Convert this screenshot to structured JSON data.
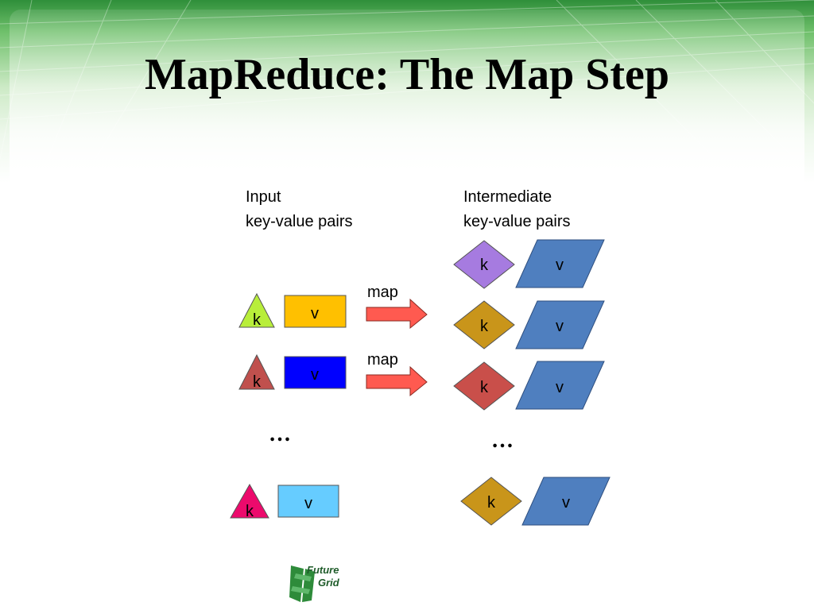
{
  "slide": {
    "title": "MapReduce: The Map Step"
  },
  "colors": {
    "header_green": "#2f8f3a",
    "arrow_red": "#ff5a50",
    "pair_blue": "#4f7fbf",
    "diamond_purple": "#a67be0",
    "diamond_gold": "#c9951a",
    "diamond_red": "#c94f4a",
    "tri_green": "#b8ee3a",
    "tri_red": "#c0504d",
    "tri_pink": "#ec0a6c",
    "box_gold": "#ffc000",
    "box_blue": "#0000ff",
    "box_light": "#66ccff"
  },
  "diagram": {
    "input_label_line1": "Input",
    "input_label_line2": "key-value pairs",
    "inter_label_line1": "Intermediate",
    "inter_label_line2": "key-value pairs",
    "arrow_labels": [
      "map",
      "map"
    ],
    "ellipsis_left": "…",
    "ellipsis_right": "…",
    "input_pairs": [
      {
        "key": "k",
        "value": "v"
      },
      {
        "key": "k",
        "value": "v"
      },
      {
        "key": "k",
        "value": "v"
      }
    ],
    "intermediate_pairs": [
      {
        "key": "k",
        "value": "v"
      },
      {
        "key": "k",
        "value": "v"
      },
      {
        "key": "k",
        "value": "v"
      },
      {
        "key": "k",
        "value": "v"
      }
    ]
  },
  "logo": {
    "line1": "Future",
    "line2": "Grid"
  }
}
